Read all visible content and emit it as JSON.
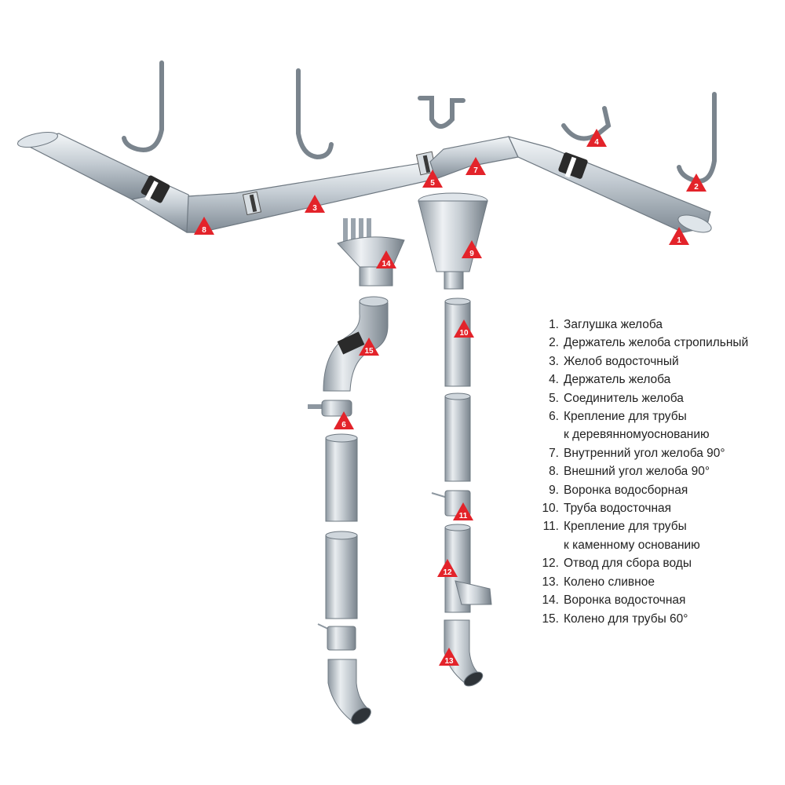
{
  "markers": [
    {
      "id": "m1",
      "label": "1"
    },
    {
      "id": "m2",
      "label": "2"
    },
    {
      "id": "m3",
      "label": "3"
    },
    {
      "id": "m4",
      "label": "4"
    },
    {
      "id": "m5",
      "label": "5"
    },
    {
      "id": "m6",
      "label": "6"
    },
    {
      "id": "m7",
      "label": "7"
    },
    {
      "id": "m8",
      "label": "8"
    },
    {
      "id": "m9",
      "label": "9"
    },
    {
      "id": "m10",
      "label": "10"
    },
    {
      "id": "m11",
      "label": "11"
    },
    {
      "id": "m12",
      "label": "12"
    },
    {
      "id": "m13",
      "label": "13"
    },
    {
      "id": "m14",
      "label": "14"
    },
    {
      "id": "m15",
      "label": "15"
    }
  ],
  "legend": [
    {
      "num": "1.",
      "lines": [
        "Заглушка желоба"
      ]
    },
    {
      "num": "2.",
      "lines": [
        "Держатель желоба стропильный"
      ]
    },
    {
      "num": "3.",
      "lines": [
        "Желоб водосточный"
      ]
    },
    {
      "num": "4.",
      "lines": [
        "Держатель желоба"
      ]
    },
    {
      "num": "5.",
      "lines": [
        "Соединитель желоба"
      ]
    },
    {
      "num": "6.",
      "lines": [
        "Крепление для трубы",
        "к деревянномуоснованию"
      ]
    },
    {
      "num": "7.",
      "lines": [
        "Внутренний угол желоба 90°"
      ]
    },
    {
      "num": "8.",
      "lines": [
        "Внешний угол желоба 90°"
      ]
    },
    {
      "num": "9.",
      "lines": [
        "Воронка водосборная"
      ]
    },
    {
      "num": "10.",
      "lines": [
        "Труба водосточная"
      ]
    },
    {
      "num": "11.",
      "lines": [
        "Крепление для трубы",
        "к каменному основанию"
      ]
    },
    {
      "num": "12.",
      "lines": [
        "Отвод для сбора воды"
      ]
    },
    {
      "num": "13.",
      "lines": [
        "Колено сливное"
      ]
    },
    {
      "num": "14.",
      "lines": [
        "Воронка водосточная"
      ]
    },
    {
      "num": "15.",
      "lines": [
        "Колено для трубы 60°"
      ]
    }
  ],
  "colors": {
    "marker": "#e3232a",
    "metal_light": "#eef2f5",
    "metal_mid": "#b7c0c8",
    "metal_dark": "#7c8791",
    "seal": "#2a2a2a",
    "text": "#222222"
  }
}
